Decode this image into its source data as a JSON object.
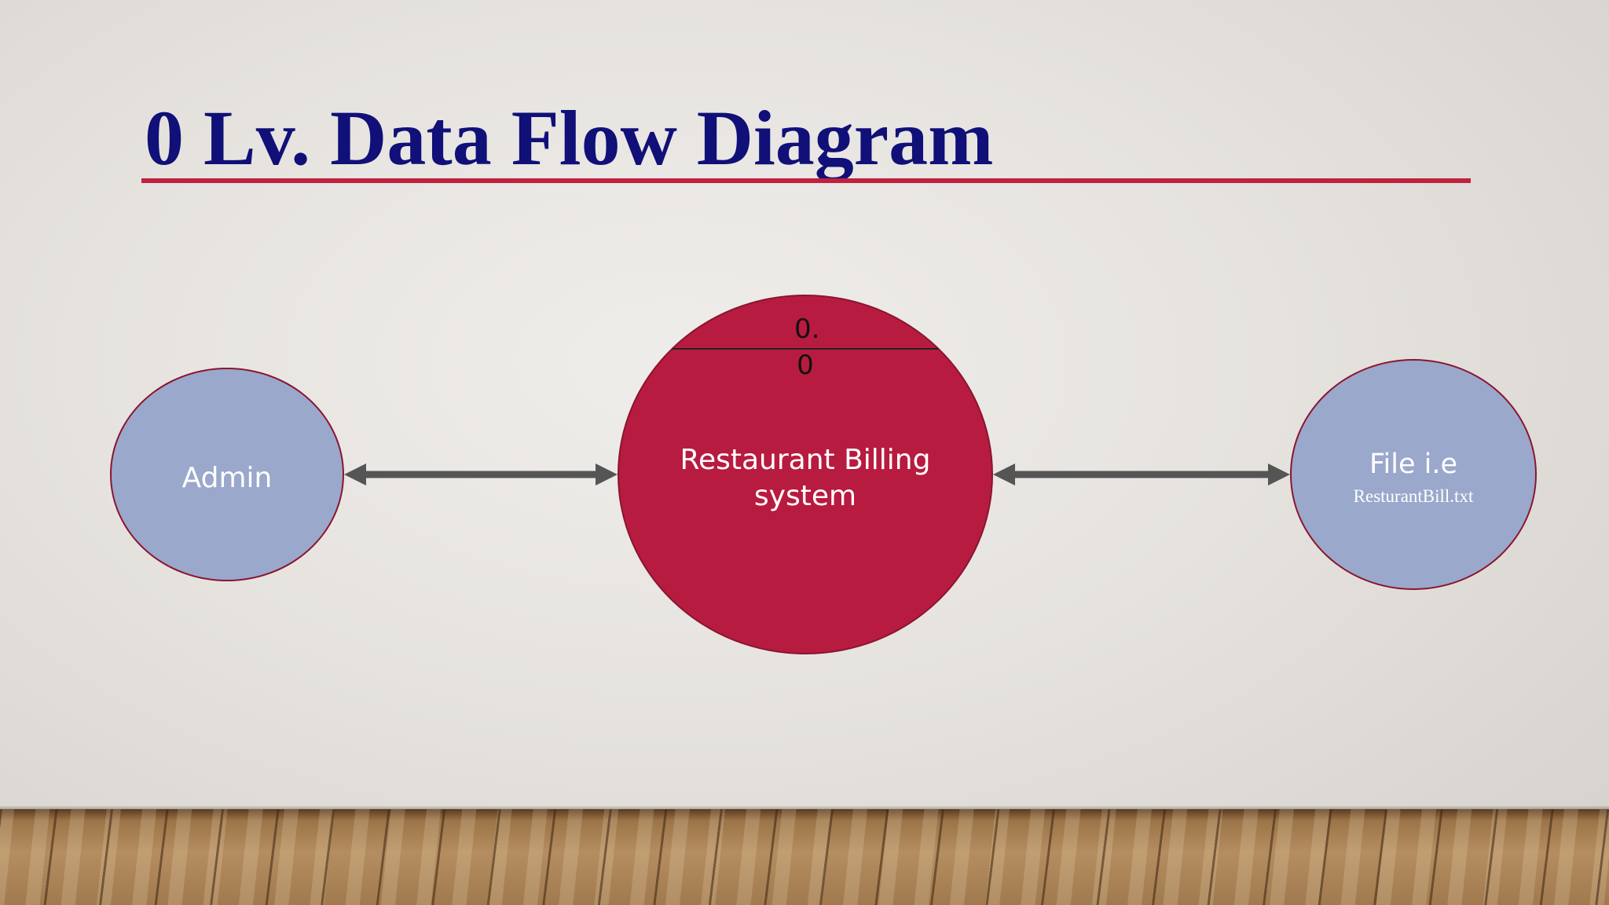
{
  "slide": {
    "title": "0 Lv. Data Flow Diagram"
  },
  "diagram": {
    "entities": {
      "admin": {
        "label": "Admin"
      },
      "file": {
        "label": "File i.e",
        "sublabel": "ResturantBill.txt"
      }
    },
    "process": {
      "id": "0.0",
      "name": "Restaurant Billing system"
    },
    "flows": [
      {
        "from": "admin",
        "to": "process",
        "direction": "bidirectional"
      },
      {
        "from": "process",
        "to": "file",
        "direction": "bidirectional"
      }
    ],
    "colors": {
      "title": "#101078",
      "rule": "#c0213f",
      "entity_fill": "#9aa8cb",
      "process_fill": "#b81b40",
      "arrow": "#555555"
    }
  }
}
